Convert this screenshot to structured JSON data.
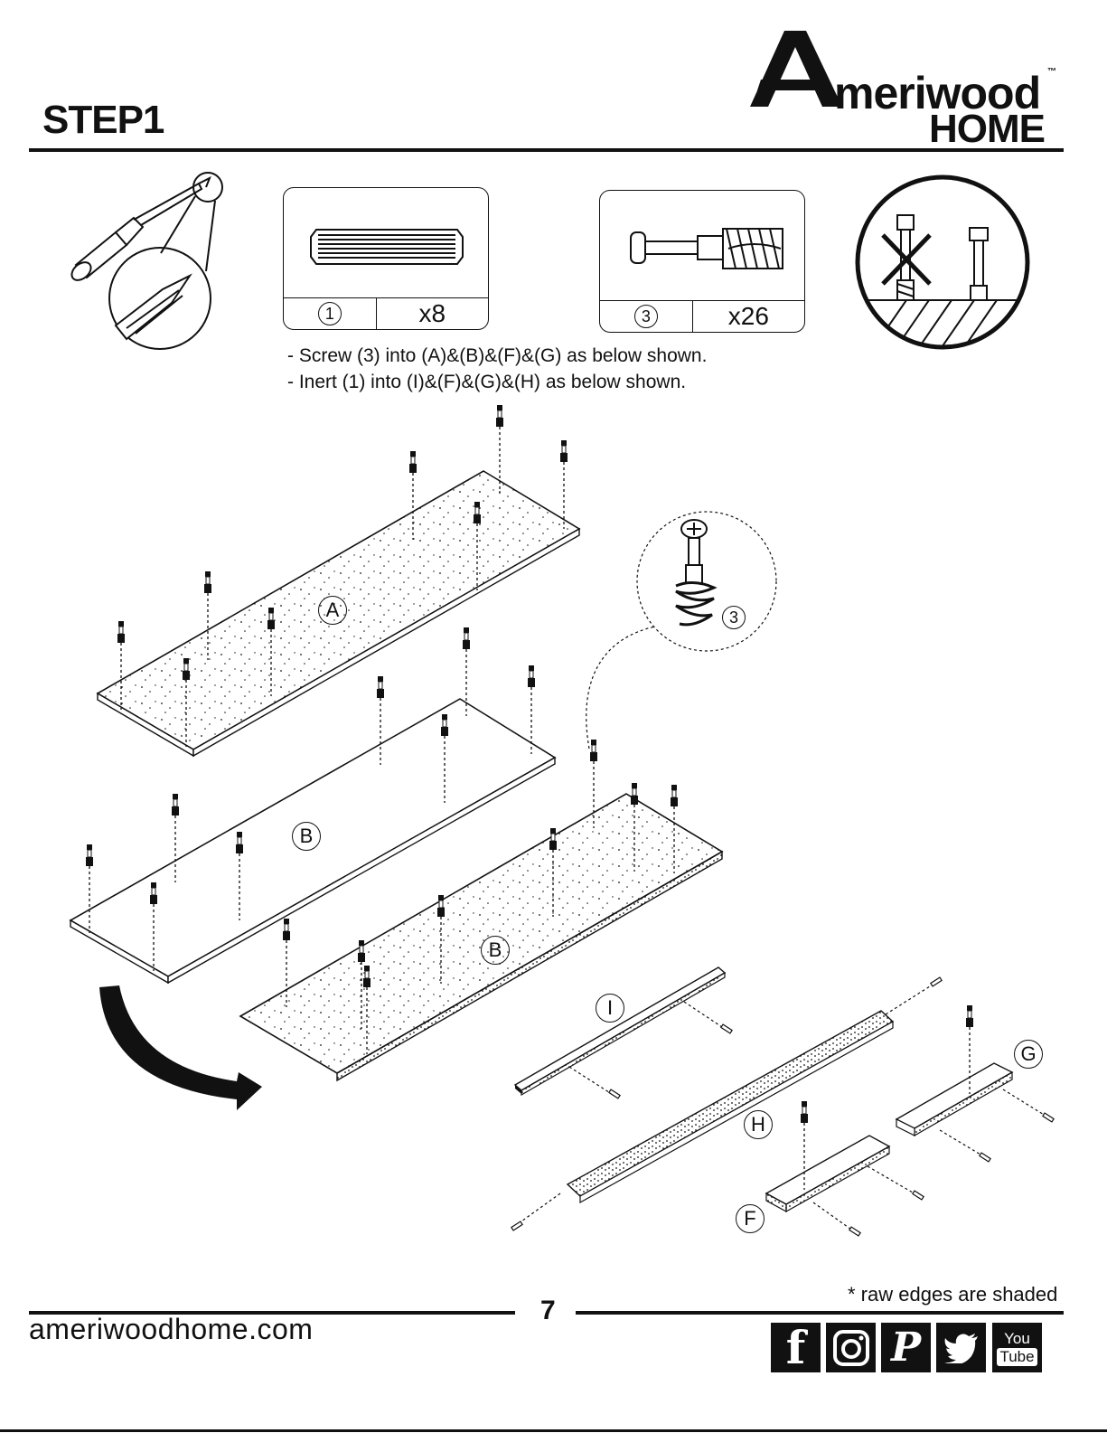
{
  "header": {
    "step_title": "STEP1",
    "brand_name": "meriwood",
    "brand_tm": "™",
    "brand_sub": "HOME"
  },
  "hardware": [
    {
      "id": "1",
      "qty": "x8",
      "icon": "dowel-icon"
    },
    {
      "id": "3",
      "qty": "x26",
      "icon": "cam-screw-icon"
    }
  ],
  "detail_callout_id": "3",
  "instructions": [
    "- Screw (3) into (A)&(B)&(F)&(G) as below shown.",
    "- Inert (1) into (I)&(F)&(G)&(H) as below shown."
  ],
  "panels": {
    "a": "A",
    "b": "B",
    "b2": "B",
    "i": "I",
    "h": "H",
    "g": "G",
    "f": "F"
  },
  "footer": {
    "website": "ameriwoodhome.com",
    "page_number": "7",
    "raw_edges_note": "* raw edges are shaded",
    "youtube_top": "You",
    "youtube_bottom": "Tube"
  }
}
